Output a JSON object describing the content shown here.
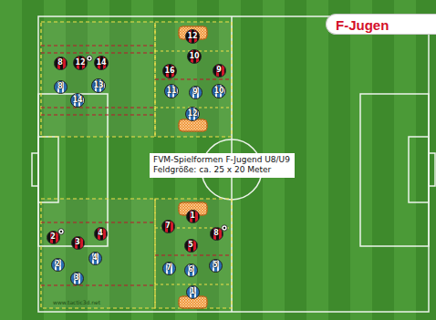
{
  "diagram": {
    "nodes": [
      {
        "text": [
          "F-Jugen"
        ]
      },
      {
        "text": [
          "8"
        ]
      },
      {
        "text": [
          "12"
        ]
      },
      {
        "text": [
          "14"
        ]
      },
      {
        "text": [
          "8"
        ]
      },
      {
        "text": [
          "13"
        ]
      },
      {
        "text": [
          "14"
        ]
      },
      {
        "text": [
          "12"
        ]
      },
      {
        "text": [
          "10"
        ]
      },
      {
        "text": [
          "16"
        ]
      },
      {
        "text": [
          "9"
        ]
      },
      {
        "text": [
          "11"
        ]
      },
      {
        "text": [
          "9"
        ]
      },
      {
        "text": [
          "10"
        ]
      },
      {
        "text": [
          "12"
        ]
      },
      {
        "text": [
          "FVM-Spielformen F-Jugend U8/U9",
          "Feldgröße: ca. 25 x 20 Meter"
        ]
      },
      {
        "text": [
          "2"
        ]
      },
      {
        "text": [
          "3"
        ]
      },
      {
        "text": [
          "4"
        ]
      },
      {
        "text": [
          "2"
        ]
      },
      {
        "text": [
          "4"
        ]
      },
      {
        "text": [
          "3"
        ]
      },
      {
        "text": [
          "1"
        ]
      },
      {
        "text": [
          "7"
        ]
      },
      {
        "text": [
          "8"
        ]
      },
      {
        "text": [
          "5"
        ]
      },
      {
        "text": [
          "7"
        ]
      },
      {
        "text": [
          "6"
        ]
      },
      {
        "text": [
          "5"
        ]
      },
      {
        "text": [
          "1"
        ]
      }
    ],
    "labels": [
      "www.tactic3d.net"
    ]
  }
}
